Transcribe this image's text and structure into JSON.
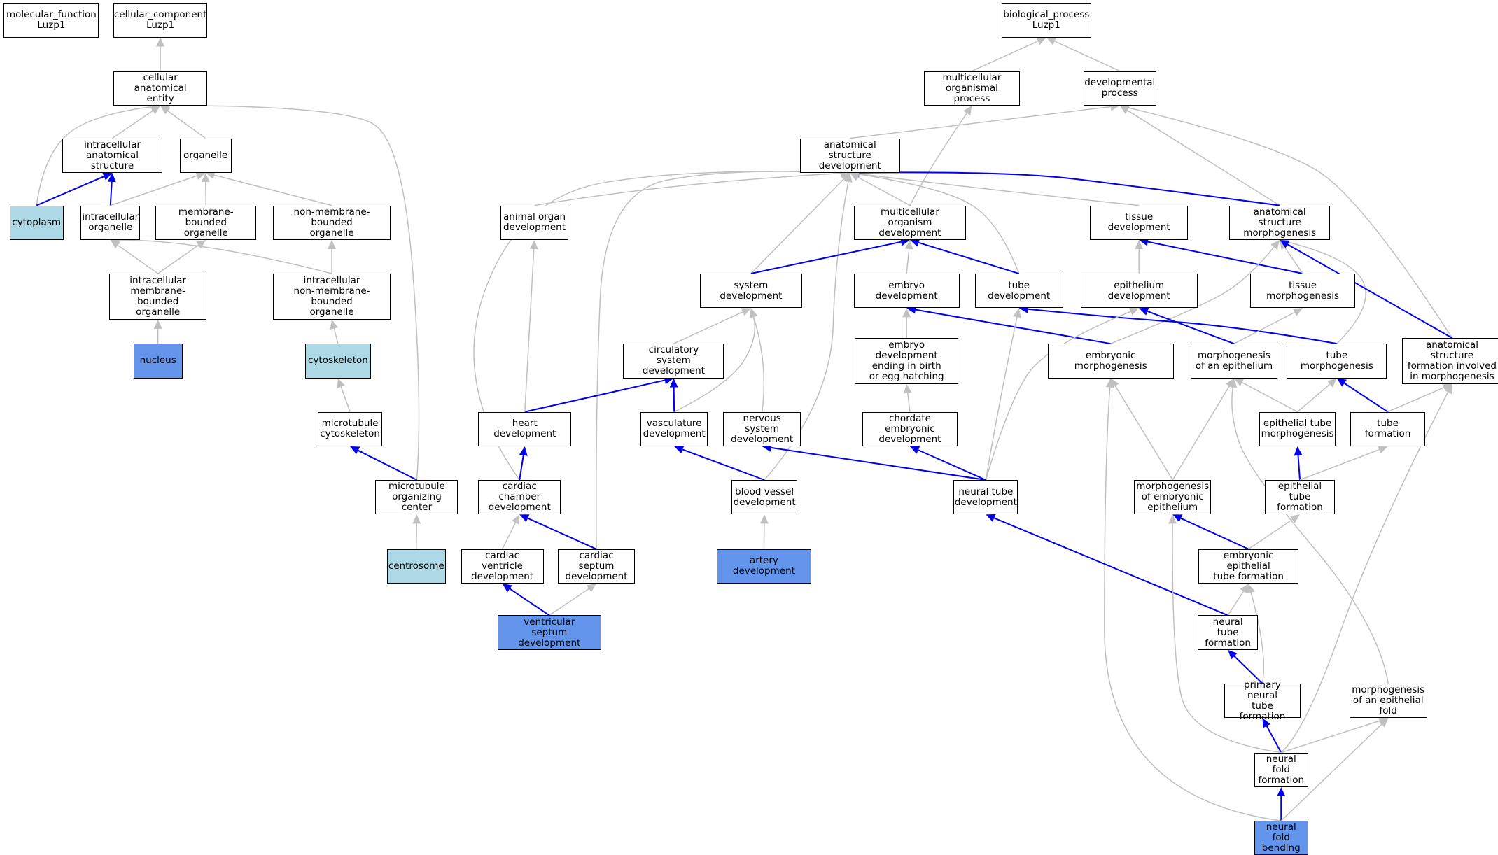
{
  "colors": {
    "plain": "#ffffff",
    "annotated_light": "#add8e6",
    "annotated_strong": "#6495ed",
    "edge_is_a": "#c0c0c0",
    "edge_part_of": "#0000ee"
  },
  "nodes": [
    {
      "id": "mf",
      "label": "molecular_function\nLuzp1",
      "style": "plain"
    },
    {
      "id": "cc",
      "label": "cellular_component\nLuzp1",
      "style": "plain"
    },
    {
      "id": "cae",
      "label": "cellular anatomical\nentity",
      "style": "plain"
    },
    {
      "id": "ias",
      "label": "intracellular\nanatomical structure",
      "style": "plain"
    },
    {
      "id": "org",
      "label": "organelle",
      "style": "plain"
    },
    {
      "id": "cyt",
      "label": "cytoplasm",
      "style": "cyto"
    },
    {
      "id": "io",
      "label": "intracellular\norganelle",
      "style": "plain"
    },
    {
      "id": "mbo",
      "label": "membrane-bounded\norganelle",
      "style": "plain"
    },
    {
      "id": "nmbo",
      "label": "non-membrane-bounded\norganelle",
      "style": "plain"
    },
    {
      "id": "imbo",
      "label": "intracellular\nmembrane-bounded\norganelle",
      "style": "plain"
    },
    {
      "id": "inmbo",
      "label": "intracellular\nnon-membrane-bounded\norganelle",
      "style": "plain"
    },
    {
      "id": "nuc",
      "label": "nucleus",
      "style": "hl"
    },
    {
      "id": "csk",
      "label": "cytoskeleton",
      "style": "cyto"
    },
    {
      "id": "mtc",
      "label": "microtubule\ncytoskeleton",
      "style": "plain"
    },
    {
      "id": "mtoc",
      "label": "microtubule\norganizing center",
      "style": "plain"
    },
    {
      "id": "cent",
      "label": "centrosome",
      "style": "cyto"
    },
    {
      "id": "bp",
      "label": "biological_process\nLuzp1",
      "style": "plain"
    },
    {
      "id": "mop",
      "label": "multicellular\norganismal process",
      "style": "plain"
    },
    {
      "id": "dp",
      "label": "developmental\nprocess",
      "style": "plain"
    },
    {
      "id": "asd",
      "label": "anatomical structure\ndevelopment",
      "style": "plain"
    },
    {
      "id": "aod",
      "label": "animal organ\ndevelopment",
      "style": "plain"
    },
    {
      "id": "mod",
      "label": "multicellular\norganism development",
      "style": "plain"
    },
    {
      "id": "td",
      "label": "tissue development",
      "style": "plain"
    },
    {
      "id": "asm",
      "label": "anatomical structure\nmorphogenesis",
      "style": "plain"
    },
    {
      "id": "sd",
      "label": "system development",
      "style": "plain"
    },
    {
      "id": "ed",
      "label": "embryo development",
      "style": "plain"
    },
    {
      "id": "tubd",
      "label": "tube development",
      "style": "plain"
    },
    {
      "id": "epd",
      "label": "epithelium development",
      "style": "plain"
    },
    {
      "id": "tm",
      "label": "tissue morphogenesis",
      "style": "plain"
    },
    {
      "id": "csd",
      "label": "circulatory\nsystem development",
      "style": "plain"
    },
    {
      "id": "edeb",
      "label": "embryo development\nending in birth\nor egg hatching",
      "style": "plain"
    },
    {
      "id": "em",
      "label": "embryonic morphogenesis",
      "style": "plain"
    },
    {
      "id": "moe",
      "label": "morphogenesis\nof an epithelium",
      "style": "plain"
    },
    {
      "id": "tubm",
      "label": "tube morphogenesis",
      "style": "plain"
    },
    {
      "id": "asfm",
      "label": "anatomical structure\nformation involved\nin morphogenesis",
      "style": "plain"
    },
    {
      "id": "hd",
      "label": "heart development",
      "style": "plain"
    },
    {
      "id": "vd",
      "label": "vasculature\ndevelopment",
      "style": "plain"
    },
    {
      "id": "nsd",
      "label": "nervous system\ndevelopment",
      "style": "plain"
    },
    {
      "id": "ced",
      "label": "chordate embryonic\ndevelopment",
      "style": "plain"
    },
    {
      "id": "etm",
      "label": "epithelial tube\nmorphogenesis",
      "style": "plain"
    },
    {
      "id": "tf",
      "label": "tube formation",
      "style": "plain"
    },
    {
      "id": "ccd",
      "label": "cardiac chamber\ndevelopment",
      "style": "plain"
    },
    {
      "id": "bvd",
      "label": "blood vessel\ndevelopment",
      "style": "plain"
    },
    {
      "id": "ntd",
      "label": "neural tube\ndevelopment",
      "style": "plain"
    },
    {
      "id": "moee",
      "label": "morphogenesis\nof embryonic\nepithelium",
      "style": "plain"
    },
    {
      "id": "etf",
      "label": "epithelial tube\nformation",
      "style": "plain"
    },
    {
      "id": "cvd",
      "label": "cardiac ventricle\ndevelopment",
      "style": "plain"
    },
    {
      "id": "csepd",
      "label": "cardiac septum\ndevelopment",
      "style": "plain"
    },
    {
      "id": "ad",
      "label": "artery development",
      "style": "hl"
    },
    {
      "id": "eetf",
      "label": "embryonic epithelial\ntube formation",
      "style": "plain"
    },
    {
      "id": "vsd",
      "label": "ventricular\nseptum development",
      "style": "hl"
    },
    {
      "id": "ntf",
      "label": "neural tube\nformation",
      "style": "plain"
    },
    {
      "id": "pntf",
      "label": "primary neural\ntube formation",
      "style": "plain"
    },
    {
      "id": "moef",
      "label": "morphogenesis\nof an epithelial\nfold",
      "style": "plain"
    },
    {
      "id": "nff",
      "label": "neural fold\nformation",
      "style": "plain"
    },
    {
      "id": "nfb",
      "label": "neural fold\nbending",
      "style": "hl"
    }
  ],
  "edges": [
    [
      "cae",
      "cc",
      "is_a"
    ],
    [
      "ias",
      "cae",
      "is_a"
    ],
    [
      "org",
      "cae",
      "is_a"
    ],
    [
      "cyt",
      "cae",
      "is_a"
    ],
    [
      "mtoc",
      "cae",
      "is_a"
    ],
    [
      "cyt",
      "ias",
      "part_of"
    ],
    [
      "io",
      "ias",
      "part_of"
    ],
    [
      "io",
      "org",
      "is_a"
    ],
    [
      "mbo",
      "org",
      "is_a"
    ],
    [
      "nmbo",
      "org",
      "is_a"
    ],
    [
      "imbo",
      "io",
      "is_a"
    ],
    [
      "inmbo",
      "io",
      "is_a"
    ],
    [
      "imbo",
      "mbo",
      "is_a"
    ],
    [
      "inmbo",
      "nmbo",
      "is_a"
    ],
    [
      "nuc",
      "imbo",
      "is_a"
    ],
    [
      "csk",
      "inmbo",
      "is_a"
    ],
    [
      "mtc",
      "csk",
      "is_a"
    ],
    [
      "mtoc",
      "mtc",
      "part_of"
    ],
    [
      "cent",
      "mtoc",
      "is_a"
    ],
    [
      "mop",
      "bp",
      "is_a"
    ],
    [
      "dp",
      "bp",
      "is_a"
    ],
    [
      "asd",
      "dp",
      "is_a"
    ],
    [
      "asm",
      "dp",
      "is_a"
    ],
    [
      "asfm",
      "dp",
      "is_a"
    ],
    [
      "mod",
      "mop",
      "is_a"
    ],
    [
      "aod",
      "asd",
      "is_a"
    ],
    [
      "mod",
      "asd",
      "is_a"
    ],
    [
      "td",
      "asd",
      "is_a"
    ],
    [
      "asm",
      "asd",
      "part_of"
    ],
    [
      "sd",
      "asd",
      "is_a"
    ],
    [
      "tubd",
      "asd",
      "is_a"
    ],
    [
      "ccd",
      "asd",
      "is_a"
    ],
    [
      "csepd",
      "asd",
      "is_a"
    ],
    [
      "bvd",
      "asd",
      "is_a"
    ],
    [
      "sd",
      "mod",
      "part_of"
    ],
    [
      "ed",
      "mod",
      "is_a"
    ],
    [
      "tubd",
      "mod",
      "part_of"
    ],
    [
      "epd",
      "td",
      "is_a"
    ],
    [
      "tm",
      "td",
      "part_of"
    ],
    [
      "tm",
      "asm",
      "is_a"
    ],
    [
      "em",
      "asm",
      "is_a"
    ],
    [
      "tubm",
      "asm",
      "is_a"
    ],
    [
      "asfm",
      "asm",
      "part_of"
    ],
    [
      "csd",
      "sd",
      "is_a"
    ],
    [
      "vd",
      "sd",
      "is_a"
    ],
    [
      "nsd",
      "sd",
      "is_a"
    ],
    [
      "edeb",
      "ed",
      "is_a"
    ],
    [
      "em",
      "ed",
      "part_of"
    ],
    [
      "ntd",
      "tubd",
      "is_a"
    ],
    [
      "tubm",
      "tubd",
      "part_of"
    ],
    [
      "moe",
      "epd",
      "part_of"
    ],
    [
      "ntd",
      "epd",
      "is_a"
    ],
    [
      "moe",
      "tm",
      "is_a"
    ],
    [
      "ced",
      "edeb",
      "is_a"
    ],
    [
      "moee",
      "em",
      "is_a"
    ],
    [
      "nfb",
      "em",
      "is_a"
    ],
    [
      "etm",
      "moe",
      "is_a"
    ],
    [
      "moee",
      "moe",
      "is_a"
    ],
    [
      "moef",
      "moe",
      "is_a"
    ],
    [
      "etm",
      "tubm",
      "is_a"
    ],
    [
      "tf",
      "tubm",
      "part_of"
    ],
    [
      "tf",
      "asfm",
      "is_a"
    ],
    [
      "nff",
      "asfm",
      "is_a"
    ],
    [
      "hd",
      "csd",
      "part_of"
    ],
    [
      "vd",
      "csd",
      "part_of"
    ],
    [
      "hd",
      "aod",
      "is_a"
    ],
    [
      "ntd",
      "nsd",
      "part_of"
    ],
    [
      "ntd",
      "ced",
      "part_of"
    ],
    [
      "etf",
      "etm",
      "part_of"
    ],
    [
      "etf",
      "tf",
      "is_a"
    ],
    [
      "ccd",
      "hd",
      "part_of"
    ],
    [
      "bvd",
      "vd",
      "part_of"
    ],
    [
      "ntf",
      "ntd",
      "part_of"
    ],
    [
      "eetf",
      "moee",
      "part_of"
    ],
    [
      "eetf",
      "etf",
      "is_a"
    ],
    [
      "cvd",
      "ccd",
      "is_a"
    ],
    [
      "csepd",
      "ccd",
      "part_of"
    ],
    [
      "ad",
      "bvd",
      "is_a"
    ],
    [
      "ntf",
      "eetf",
      "is_a"
    ],
    [
      "pntf",
      "eetf",
      "is_a"
    ],
    [
      "vsd",
      "cvd",
      "part_of"
    ],
    [
      "vsd",
      "csepd",
      "is_a"
    ],
    [
      "pntf",
      "ntf",
      "part_of"
    ],
    [
      "nff",
      "pntf",
      "part_of"
    ],
    [
      "nff",
      "moee",
      "is_a"
    ],
    [
      "nff",
      "moef",
      "is_a"
    ],
    [
      "nfb",
      "nff",
      "part_of"
    ],
    [
      "nfb",
      "moef",
      "is_a"
    ]
  ]
}
